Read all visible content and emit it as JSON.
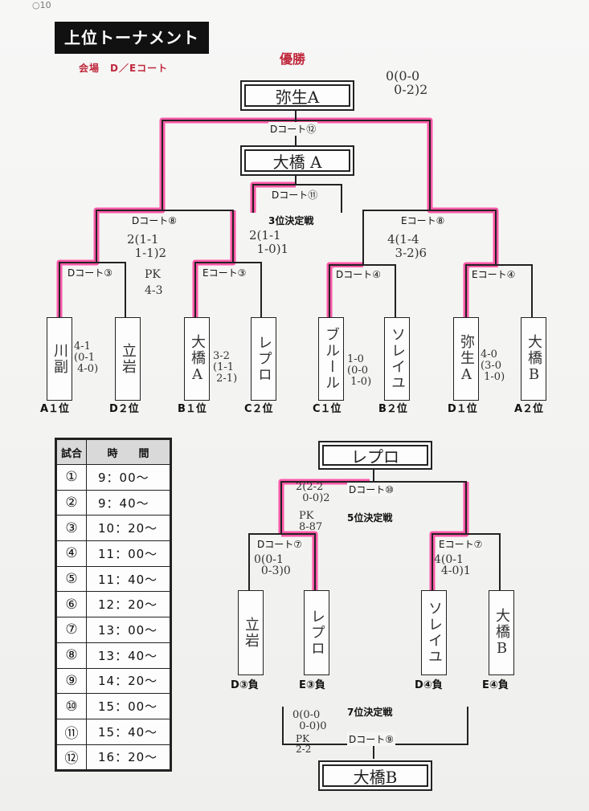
{
  "corner_note": "○10",
  "header": {
    "title": "上位トーナメント",
    "venue": "会場　D／Eコート",
    "champion_label": "優勝"
  },
  "upper_bracket": {
    "champion": "弥生A",
    "final_score_note": "0(0-0\n  0-2)2",
    "final_court": "Dコート⑫",
    "runner_up": "大橋 A",
    "third_place": {
      "court": "Dコート⑪",
      "label": "3位決定戦",
      "score": "2(1-1\n  1-0)1"
    },
    "semi_left": {
      "court": "Dコート⑧",
      "score": "2(1-1\n  1-1)2",
      "pk": "PK\n4-3"
    },
    "semi_right": {
      "court": "Eコート⑧",
      "score": "4(1-4\n  3-2)6"
    },
    "quarters": [
      {
        "court": "Dコート③",
        "score": "4-1\n(0-1\n 4-0)"
      },
      {
        "court": "Eコート③",
        "score": "3-2\n(1-1\n 2-1)"
      },
      {
        "court": "Dコート④",
        "score": "1-0\n(0-0\n 1-0)"
      },
      {
        "court": "Eコート④",
        "score": "4-0\n(3-0\n 1-0)"
      }
    ],
    "teams": [
      {
        "name": "川副",
        "seed": "A１位"
      },
      {
        "name": "立岩",
        "seed": "D２位"
      },
      {
        "name": "大橋A",
        "seed": "B１位"
      },
      {
        "name": "レプロ",
        "seed": "C２位"
      },
      {
        "name": "ブルール",
        "seed": "C１位"
      },
      {
        "name": "ソレイユ",
        "seed": "B２位"
      },
      {
        "name": "弥生A",
        "seed": "D１位"
      },
      {
        "name": "大橋B",
        "seed": "A２位"
      }
    ]
  },
  "lower_bracket": {
    "fifth_winner": "レプロ",
    "fifth_court": "Dコート⑩",
    "fifth_label": "5位決定戦",
    "fifth_score": "2(2-2\n  0-0)2",
    "fifth_pk": "PK\n8-87",
    "semi_left": {
      "court": "Dコート⑦",
      "score": "0(0-1\n  0-3)0"
    },
    "semi_right": {
      "court": "Eコート⑦",
      "score": "4(0-1\n  4-0)1"
    },
    "teams": [
      {
        "name": "立岩",
        "seed": "D③負"
      },
      {
        "name": "レプロ",
        "seed": "E③負"
      },
      {
        "name": "ソレイユ",
        "seed": "D④負"
      },
      {
        "name": "大橋B",
        "seed": "E④負"
      }
    ],
    "seventh_label": "7位決定戦",
    "seventh_court": "Dコート⑨",
    "seventh_score": "0(0-0\n  0-0)0",
    "seventh_pk": "PK\n2-2",
    "seventh_winner": "大橋B"
  },
  "schedule": {
    "headers": [
      "試合",
      "時　　間"
    ],
    "rows": [
      {
        "num": "①",
        "time": "9：00～"
      },
      {
        "num": "②",
        "time": "9：40～"
      },
      {
        "num": "③",
        "time": "10：20～"
      },
      {
        "num": "④",
        "time": "11：00～"
      },
      {
        "num": "⑤",
        "time": "11：40～"
      },
      {
        "num": "⑥",
        "time": "12：20～"
      },
      {
        "num": "⑦",
        "time": "13：00～"
      },
      {
        "num": "⑧",
        "time": "13：40～"
      },
      {
        "num": "⑨",
        "time": "14：20～"
      },
      {
        "num": "⑩",
        "time": "15：00～"
      },
      {
        "num": "⑪",
        "time": "15：40～"
      },
      {
        "num": "⑫",
        "time": "16：20～"
      }
    ]
  },
  "colors": {
    "highlight": "#ff3d9a",
    "ink": "#222222",
    "accent_red": "#c0283c"
  }
}
